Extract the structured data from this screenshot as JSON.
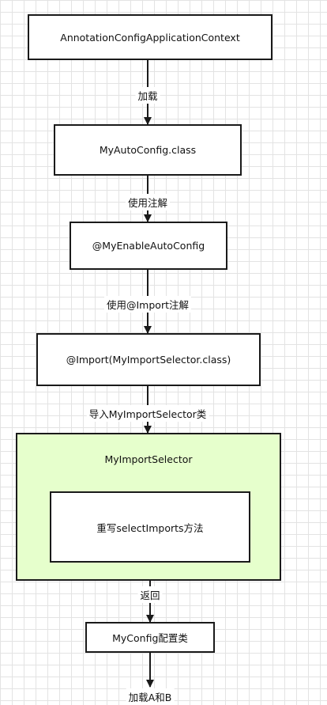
{
  "diagram": {
    "nodes": {
      "context": "AnnotationConfigApplicationContext",
      "auto_config": "MyAutoConfig.class",
      "enable_annotation": "@MyEnableAutoConfig",
      "import_annotation": "@Import(MyImportSelector.class)",
      "selector_container": "MyImportSelector",
      "select_imports": "重写selectImports方法",
      "my_config": "MyConfig配置类"
    },
    "edges": {
      "load": "加载",
      "use_annotation": "使用注解",
      "use_import": "使用@Import注解",
      "import_selector": "导入MyImportSelector类",
      "return": "返回",
      "load_ab": "加载A和B"
    },
    "colors": {
      "selector_fill": "#e6ffcc",
      "border": "#1a1a1a",
      "grid": "#e3e3e3"
    }
  }
}
